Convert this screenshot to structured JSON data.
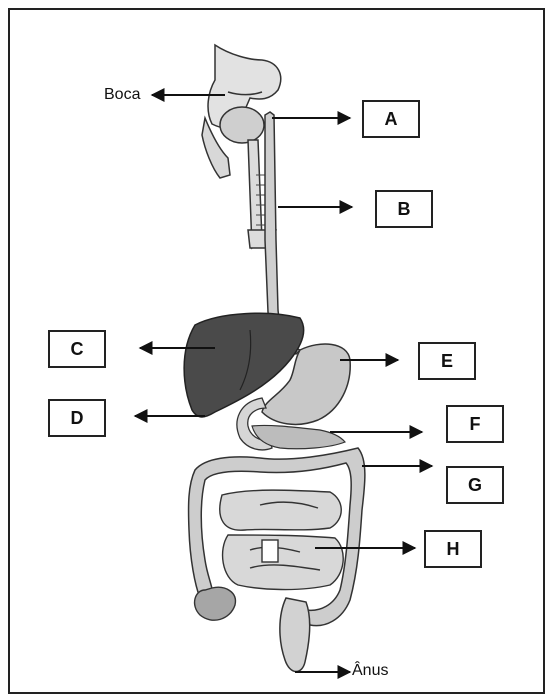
{
  "diagram": {
    "top_label": "Boca",
    "bottom_label": "Ânus",
    "boxes": {
      "A": "A",
      "B": "B",
      "C": "C",
      "D": "D",
      "E": "E",
      "F": "F",
      "G": "G",
      "H": "H"
    }
  },
  "colors": {
    "outline": "#222222",
    "liver": "#4a4a4a",
    "organ_light": "#d0d0d0",
    "organ_mid": "#a8a8a8"
  }
}
